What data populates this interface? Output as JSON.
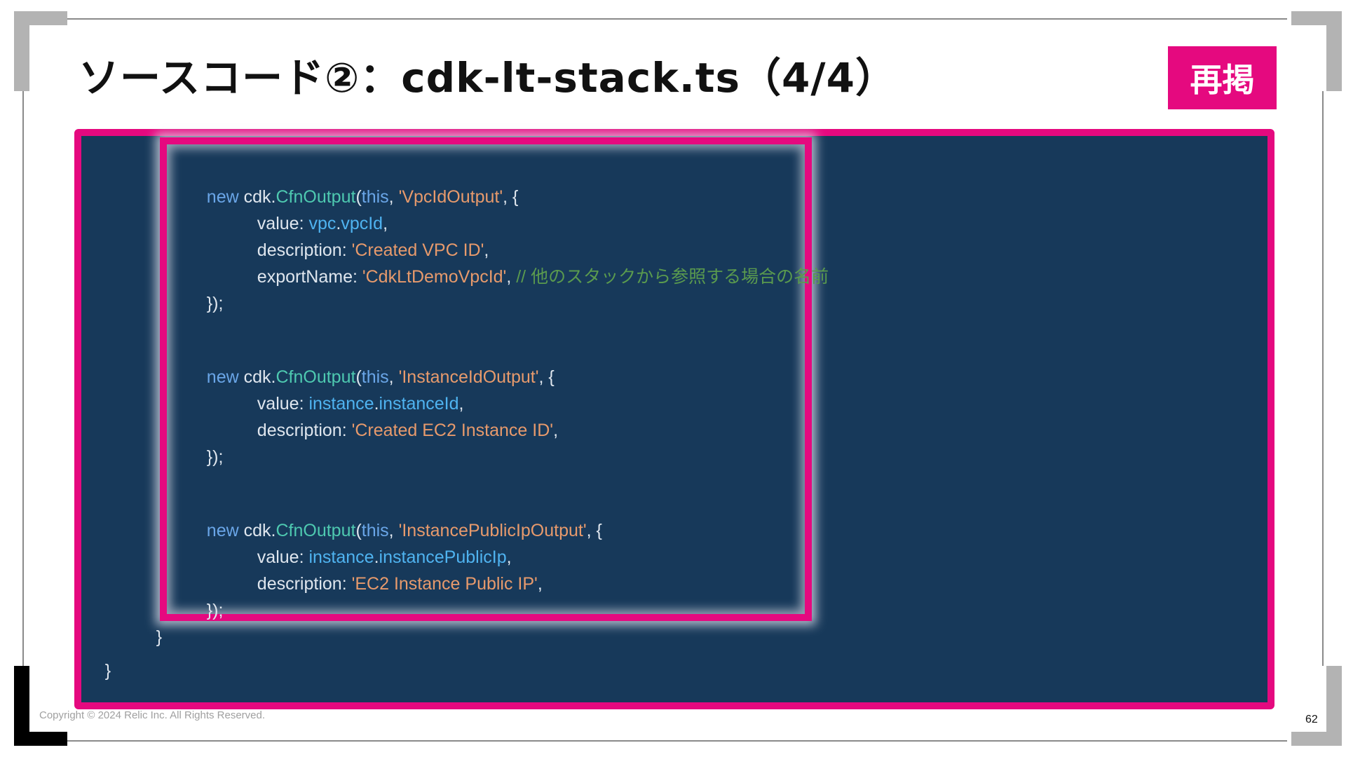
{
  "slide": {
    "title": "ソースコード②：cdk-lt-stack.ts（4/4）",
    "badge": "再掲",
    "copyright": "Copyright © 2024 Relic Inc. All Rights Reserved.",
    "page_number": "62"
  },
  "code": {
    "blocks": [
      {
        "line1": {
          "new": "new",
          "ns": "cdk.",
          "cls": "CfnOutput",
          "paren": "(",
          "this": "this",
          "comma": ", ",
          "id": "'VpcIdOutput'",
          "end": ", {"
        },
        "value_key": "value: ",
        "value_obj": "vpc",
        "value_dot": ".",
        "value_prop": "vpcId",
        "value_end": ",",
        "desc_key": "description: ",
        "desc_val": "'Created VPC ID'",
        "desc_end": ",",
        "export_key": "exportName: ",
        "export_val": "'CdkLtDemoVpcId'",
        "export_comma": ", ",
        "comment": "// 他のスタックから参照する場合の名前",
        "close": "});"
      },
      {
        "line1": {
          "new": "new",
          "ns": "cdk.",
          "cls": "CfnOutput",
          "paren": "(",
          "this": "this",
          "comma": ", ",
          "id": "'InstanceIdOutput'",
          "end": ", {"
        },
        "value_key": "value: ",
        "value_obj": "instance",
        "value_dot": ".",
        "value_prop": "instanceId",
        "value_end": ",",
        "desc_key": "description: ",
        "desc_val": "'Created EC2 Instance ID'",
        "desc_end": ",",
        "close": "});"
      },
      {
        "line1": {
          "new": "new",
          "ns": "cdk.",
          "cls": "CfnOutput",
          "paren": "(",
          "this": "this",
          "comma": ", ",
          "id": "'InstancePublicIpOutput'",
          "end": ", {"
        },
        "value_key": "value: ",
        "value_obj": "instance",
        "value_dot": ".",
        "value_prop": "instancePublicIp",
        "value_end": ",",
        "desc_key": "description: ",
        "desc_val": "'EC2 Instance Public IP'",
        "desc_end": ",",
        "close": "});"
      }
    ],
    "close_inner": "}",
    "close_outer": "}"
  },
  "colors": {
    "accent": "#e5097f",
    "code_bg": "#17395a",
    "keyword": "#6aa6e8",
    "class": "#4ec9b0",
    "string": "#e79a6c",
    "property": "#4fb3f0",
    "comment": "#5a9a4e"
  }
}
